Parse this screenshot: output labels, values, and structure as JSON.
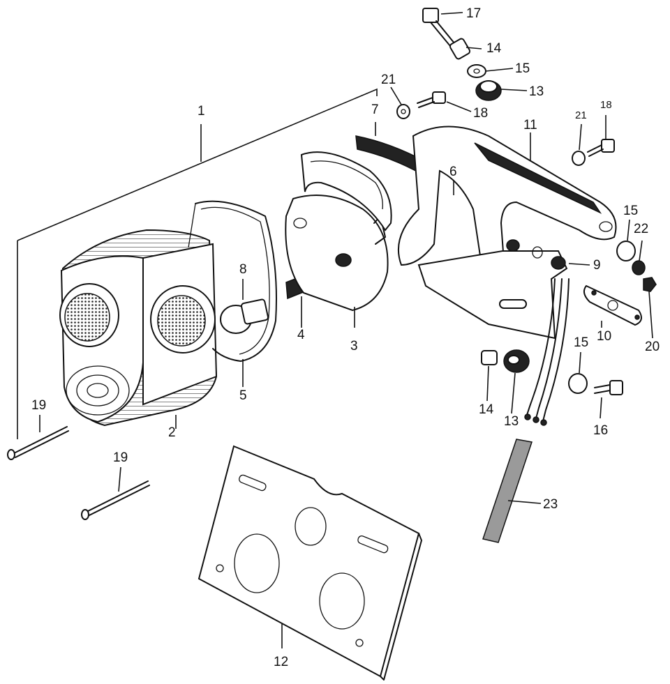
{
  "callouts": {
    "c1": "1",
    "c2": "2",
    "c3": "3",
    "c4": "4",
    "c5": "5",
    "c6": "6",
    "c7": "7",
    "c8": "8",
    "c9": "9",
    "c10": "10",
    "c11": "11",
    "c12": "12",
    "c13a": "13",
    "c13b": "13",
    "c14a": "14",
    "c14b": "14",
    "c15a": "15",
    "c15b": "15",
    "c15c": "15",
    "c16": "16",
    "c17": "17",
    "c18a": "18",
    "c18b": "18",
    "c19a": "19",
    "c19b": "19",
    "c20": "20",
    "c21a": "21",
    "c21b": "21",
    "c22": "22",
    "c23": "23"
  },
  "colors": {
    "ink": "#111111",
    "background": "#ffffff",
    "shade": "#9a9a9a"
  }
}
